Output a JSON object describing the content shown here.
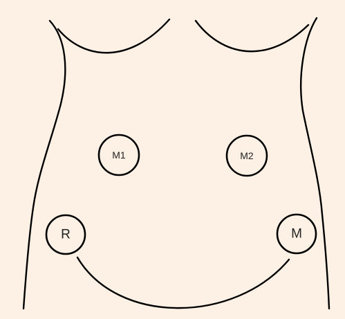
{
  "colors": {
    "background": "#fdf0e4",
    "stroke": "#000000",
    "text": "#222222"
  },
  "ports": [
    {
      "id": "m1",
      "label": "M1"
    },
    {
      "id": "m2",
      "label": "M2"
    },
    {
      "id": "r",
      "label": "R"
    },
    {
      "id": "m",
      "label": "M"
    }
  ]
}
